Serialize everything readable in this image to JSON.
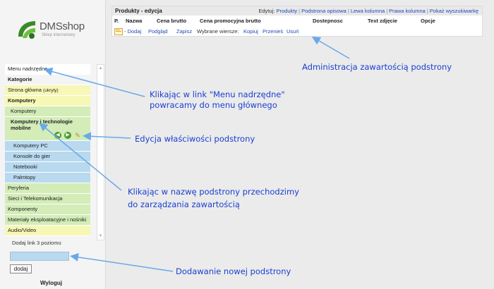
{
  "brand": {
    "name": "DMSshop",
    "tagline": "Sklep internetowy"
  },
  "sidebar": {
    "menu_parent": "Menu nadrzędne",
    "categories_header": "Kategorie",
    "items": [
      {
        "label": "Strona główna",
        "note": "(ukryty)"
      },
      {
        "label": "Komputery"
      },
      {
        "label": "Komputery"
      },
      {
        "label": "Komputery i technologie mobilne"
      },
      {
        "label": "Komputery PC"
      },
      {
        "label": "Konsole do gier"
      },
      {
        "label": "Notebooki"
      },
      {
        "label": "Palmtopy"
      },
      {
        "label": "Peryferia"
      },
      {
        "label": "Sieci i Telekomunikacja"
      },
      {
        "label": "Komponenty"
      },
      {
        "label": "Materiały eksploatacyjne i nośniki"
      },
      {
        "label": "Audio/Video"
      }
    ],
    "add_link_label": "Dodaj link 3 poziomu",
    "add_input_value": "",
    "add_button_label": "dodaj",
    "logout_label": "Wyloguj"
  },
  "main": {
    "title": "Produkty - edycja",
    "edit_prefix": "Edytuj:",
    "edit_links": [
      "Produkty",
      "Podstrona opisowa",
      "Lewa kolumna",
      "Prawa kolumna",
      "Pokaż wyszukiwarkę"
    ],
    "columns": [
      "P.",
      "Nazwa",
      "Cena brutto",
      "Cena promocyjna brutto",
      "Dostepnosc",
      "Text zdjęcie",
      "Opcje"
    ],
    "actions": {
      "add": "- Dodaj",
      "preview": "Podgląd",
      "save": "Zapisz",
      "selected_rows": "Wybrane wiersze:",
      "copy": "Kopiuj",
      "move": "Przenieś",
      "delete": "Usuń"
    }
  },
  "annotations": {
    "content_admin": "Administracja zawartością podstrony",
    "menu_parent_1": "Klikając w link \"Menu nadrzędne\"",
    "menu_parent_2": "powracamy do menu głównego",
    "edit_props": "Edycja właściwości podstrony",
    "click_name_1": "Klikając w nazwę podstrony przechodzimy",
    "click_name_2": "do zarządzania zawartością",
    "add_new": "Dodawanie nowej podstrony"
  },
  "colors": {
    "yellow_row": "#f7f7b6",
    "green_row": "#d3ecb8",
    "blue_row": "#b9d9ef",
    "link": "#2548b8",
    "annotation": "#1a3fd0",
    "arrow": "#6aa8ea"
  }
}
